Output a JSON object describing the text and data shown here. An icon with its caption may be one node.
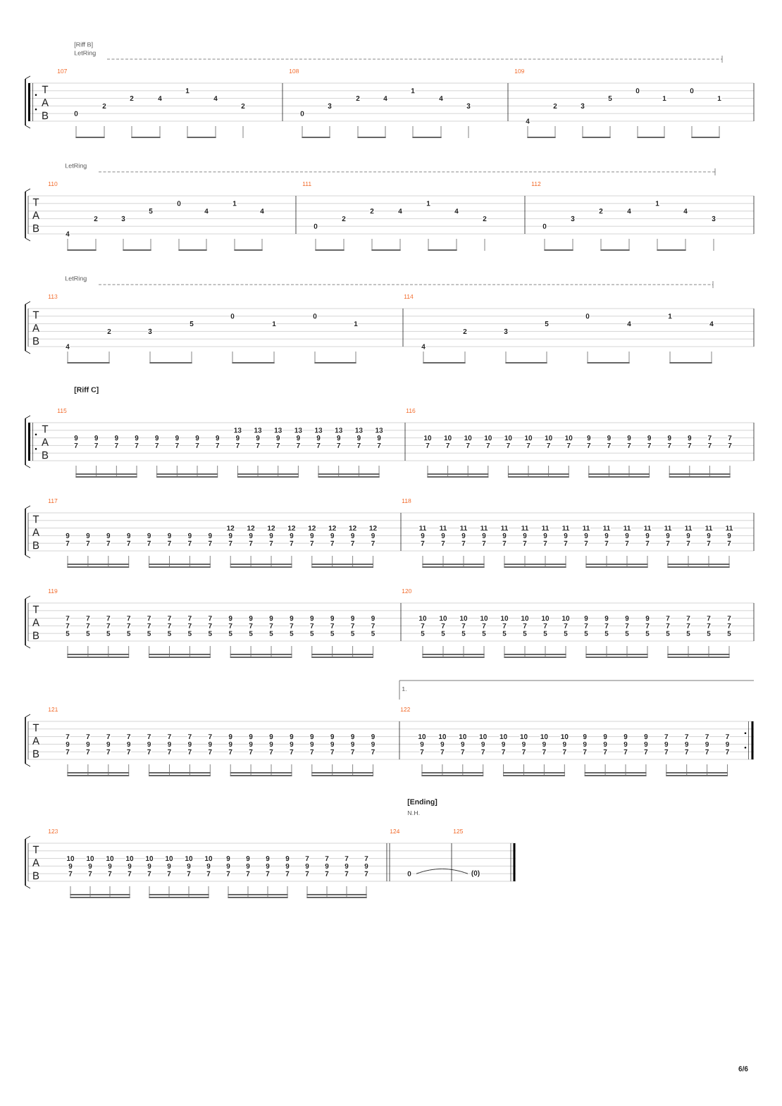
{
  "diagram": {
    "labels": [
      "[Riff B]",
      "LetRing",
      "107",
      "108",
      "109",
      "T",
      "A",
      "B",
      "0",
      "2",
      "2",
      "4",
      "1",
      "4",
      "2",
      "0",
      "3",
      "2",
      "4",
      "1",
      "4",
      "3",
      "4",
      "2",
      "3",
      "5",
      "0",
      "1",
      "0",
      "1",
      "LetRing",
      "110",
      "111",
      "112",
      "T",
      "A",
      "B",
      "4",
      "2",
      "3",
      "5",
      "0",
      "4",
      "1",
      "4",
      "0",
      "2",
      "2",
      "4",
      "1",
      "4",
      "2",
      "0",
      "3",
      "2",
      "4",
      "1",
      "4",
      "3",
      "LetRing",
      "113",
      "114",
      "T",
      "A",
      "B",
      "4",
      "2",
      "3",
      "5",
      "0",
      "1",
      "0",
      "1",
      "4",
      "2",
      "3",
      "5",
      "0",
      "4",
      "1",
      "4",
      "[Riff C]",
      "115",
      "116",
      "T",
      "A",
      "B",
      "9",
      "7",
      "9",
      "7",
      "9",
      "7",
      "9",
      "7",
      "9",
      "7",
      "9",
      "7",
      "9",
      "7",
      "9",
      "7",
      "13",
      "9",
      "7",
      "13",
      "9",
      "7",
      "13",
      "9",
      "7",
      "13",
      "9",
      "7",
      "13",
      "9",
      "7",
      "13",
      "9",
      "7",
      "13",
      "9",
      "7",
      "13",
      "9",
      "7",
      "10",
      "7",
      "10",
      "7",
      "10",
      "7",
      "10",
      "7",
      "10",
      "7",
      "10",
      "7",
      "10",
      "7",
      "10",
      "7",
      "9",
      "7",
      "9",
      "7",
      "9",
      "7",
      "9",
      "7",
      "9",
      "7",
      "9",
      "7",
      "7",
      "7",
      "7",
      "7",
      "117",
      "118",
      "T",
      "A",
      "B",
      "9",
      "7",
      "9",
      "7",
      "9",
      "7",
      "9",
      "7",
      "9",
      "7",
      "9",
      "7",
      "9",
      "7",
      "9",
      "7",
      "12",
      "9",
      "7",
      "12",
      "9",
      "7",
      "12",
      "9",
      "7",
      "12",
      "9",
      "7",
      "12",
      "9",
      "7",
      "12",
      "9",
      "7",
      "12",
      "9",
      "7",
      "12",
      "9",
      "7",
      "11",
      "9",
      "7",
      "11",
      "9",
      "7",
      "11",
      "9",
      "7",
      "11",
      "9",
      "7",
      "11",
      "9",
      "7",
      "11",
      "9",
      "7",
      "11",
      "9",
      "7",
      "11",
      "9",
      "7",
      "11",
      "9",
      "7",
      "11",
      "9",
      "7",
      "11",
      "9",
      "7",
      "11",
      "9",
      "7",
      "11",
      "9",
      "7",
      "11",
      "9",
      "7",
      "11",
      "9",
      "7",
      "11",
      "9",
      "7",
      "119",
      "120",
      "T",
      "A",
      "B",
      "7",
      "7",
      "5",
      "7",
      "7",
      "5",
      "7",
      "7",
      "5",
      "7",
      "7",
      "5",
      "7",
      "7",
      "5",
      "7",
      "7",
      "5",
      "7",
      "7",
      "5",
      "7",
      "7",
      "5",
      "9",
      "7",
      "5",
      "9",
      "7",
      "5",
      "9",
      "7",
      "5",
      "9",
      "7",
      "5",
      "9",
      "7",
      "5",
      "9",
      "7",
      "5",
      "9",
      "7",
      "5",
      "9",
      "7",
      "5",
      "10",
      "7",
      "5",
      "10",
      "7",
      "5",
      "10",
      "7",
      "5",
      "10",
      "7",
      "5",
      "10",
      "7",
      "5",
      "10",
      "7",
      "5",
      "10",
      "7",
      "5",
      "10",
      "7",
      "5",
      "9",
      "7",
      "5",
      "9",
      "7",
      "5",
      "9",
      "7",
      "5",
      "9",
      "7",
      "5",
      "7",
      "7",
      "5",
      "7",
      "7",
      "5",
      "7",
      "7",
      "5",
      "7",
      "7",
      "5",
      "1.",
      "121",
      "122",
      "T",
      "A",
      "B",
      "7",
      "9",
      "7",
      "7",
      "9",
      "7",
      "7",
      "9",
      "7",
      "7",
      "9",
      "7",
      "7",
      "9",
      "7",
      "7",
      "9",
      "7",
      "7",
      "9",
      "7",
      "7",
      "9",
      "7",
      "9",
      "9",
      "7",
      "9",
      "9",
      "7",
      "9",
      "9",
      "7",
      "9",
      "9",
      "7",
      "9",
      "9",
      "7",
      "9",
      "9",
      "7",
      "9",
      "9",
      "7",
      "9",
      "9",
      "7",
      "10",
      "9",
      "7",
      "10",
      "9",
      "7",
      "10",
      "9",
      "7",
      "10",
      "9",
      "7",
      "10",
      "9",
      "7",
      "10",
      "9",
      "7",
      "10",
      "9",
      "7",
      "10",
      "9",
      "7",
      "9",
      "9",
      "7",
      "9",
      "9",
      "7",
      "9",
      "9",
      "7",
      "9",
      "9",
      "7",
      "7",
      "9",
      "7",
      "7",
      "9",
      "7",
      "7",
      "9",
      "7",
      "7",
      "9",
      "7",
      "[Ending]",
      "N.H.",
      "123",
      "124",
      "125",
      "T",
      "A",
      "B",
      "10",
      "9",
      "7",
      "10",
      "9",
      "7",
      "10",
      "9",
      "7",
      "10",
      "9",
      "7",
      "10",
      "9",
      "7",
      "10",
      "9",
      "7",
      "10",
      "9",
      "7",
      "10",
      "9",
      "7",
      "9",
      "9",
      "7",
      "9",
      "9",
      "7",
      "9",
      "9",
      "7",
      "9",
      "9",
      "7",
      "7",
      "9",
      "7",
      "7",
      "9",
      "7",
      "7",
      "9",
      "7",
      "7",
      "9",
      "7",
      "0",
      "(0)",
      "6/6"
    ]
  }
}
